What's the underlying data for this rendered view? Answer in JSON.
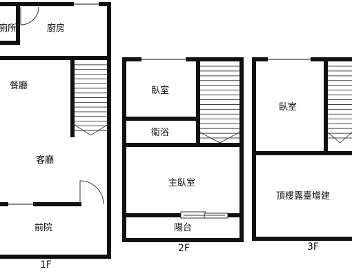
{
  "floors": {
    "f1": {
      "label": "1F",
      "rooms": {
        "toilet": "廁所",
        "kitchen": "廚房",
        "dining": "餐廳",
        "living": "客廳",
        "front_yard": "前院"
      }
    },
    "f2": {
      "label": "2F",
      "rooms": {
        "bedroom": "臥室",
        "bathroom": "衛浴",
        "master_bedroom": "主臥室",
        "balcony": "陽台"
      }
    },
    "f3": {
      "label": "3F",
      "rooms": {
        "bedroom": "臥室",
        "rooftop_extension": "頂樓露臺增建"
      }
    }
  },
  "colors": {
    "wall": "#111111",
    "window": "#ffffff",
    "stair_line": "#444444",
    "background": "#ffffff"
  }
}
